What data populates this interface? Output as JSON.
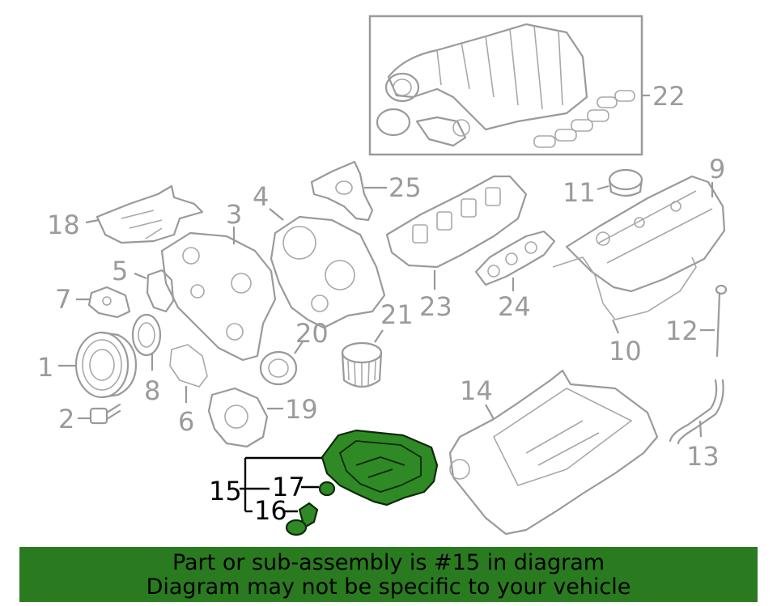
{
  "callouts": {
    "c1": "1",
    "c2": "2",
    "c3": "3",
    "c4": "4",
    "c5": "5",
    "c6": "6",
    "c7": "7",
    "c8": "8",
    "c9": "9",
    "c10": "10",
    "c11": "11",
    "c12": "12",
    "c13": "13",
    "c14": "14",
    "c15": "15",
    "c16": "16",
    "c17": "17",
    "c18": "18",
    "c19": "19",
    "c20": "20",
    "c21": "21",
    "c22": "22",
    "c23": "23",
    "c24": "24",
    "c25": "25"
  },
  "highlight": {
    "color": "#2f8a26",
    "part": "15"
  },
  "banner": {
    "line1": "Part or sub-assembly is #15 in diagram",
    "line2": "Diagram may not be specific to your vehicle",
    "color": "#2a7a1f"
  }
}
